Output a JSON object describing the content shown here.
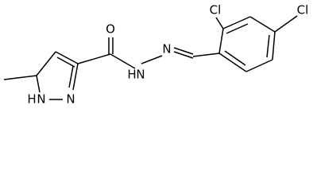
{
  "molecule": {
    "atom_labels": {
      "oxygen": "O",
      "amide_nitrogen_h": "H",
      "amide_nitrogen": "N",
      "imine_nitrogen": "N",
      "ring_nitrogen_h": "H",
      "ring_nitrogen_hn": "N",
      "ring_nitrogen": "N",
      "chlorine_ortho": "Cl",
      "chlorine_para": "Cl"
    }
  }
}
